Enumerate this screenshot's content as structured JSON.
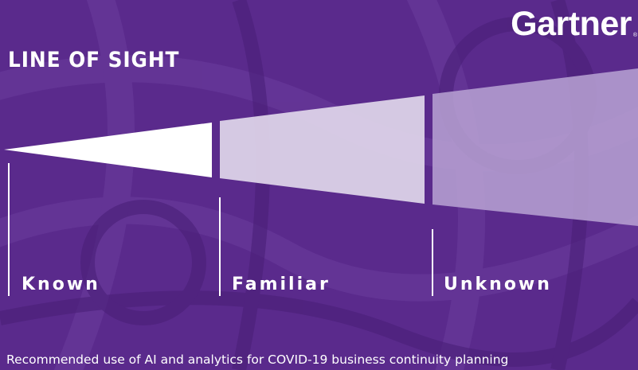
{
  "header": {
    "title": "LINE OF SIGHT",
    "logo_text": "Gartner",
    "logo_mark": "®"
  },
  "stages": [
    {
      "label": "Known"
    },
    {
      "label": "Familiar"
    },
    {
      "label": "Unknown"
    }
  ],
  "caption": "Recommended use of AI and analytics for COVID-19 business continuity planning",
  "colors": {
    "background": "#5a2a8c",
    "background_shade": "#4a1f78",
    "beam_known": "#ffffff",
    "beam_familiar": "#d9cfe6",
    "beam_unknown": "#a58cc6",
    "text": "#ffffff"
  }
}
